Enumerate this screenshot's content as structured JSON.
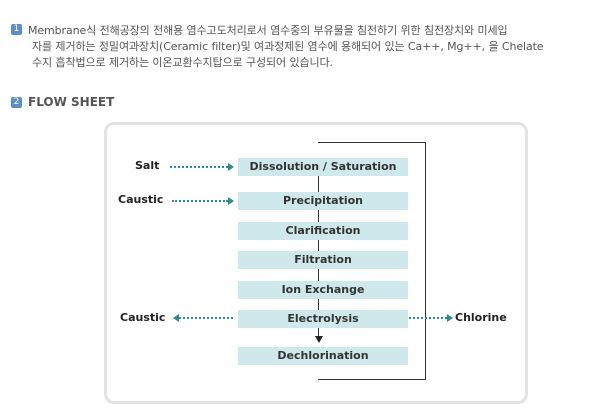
{
  "section1": {
    "number": "1",
    "lines": [
      "Membrane식 전해공장의 전해용 염수고도처리로서 염수중의 부유물을 침전하기 위한 침전장치와 미세입",
      "자를 제거하는 정밀여과장치(Ceramic filter)및 여과정제된 염수에 용해되어 있는 Ca++, Mg++, 을 Chelate",
      "수지 흡착법으로 제거하는 이온교환수지탑으로 구성되어 있습니다."
    ]
  },
  "section2": {
    "number": "2",
    "title": "FLOW SHEET"
  },
  "flow": {
    "steps": [
      "Dissolution / Saturation",
      "Precipitation",
      "Clarification",
      "Filtration",
      "Ion Exchange",
      "Electrolysis",
      "Dechlorination"
    ],
    "inputs": {
      "salt": "Salt",
      "caustic_in": "Caustic"
    },
    "outputs": {
      "caustic_out": "Caustic",
      "chlorine": "Chlorine"
    },
    "colors": {
      "step_fill": "#cfe8ec",
      "arrow": "#2a8c90",
      "badge": "#5b8fc6"
    }
  }
}
